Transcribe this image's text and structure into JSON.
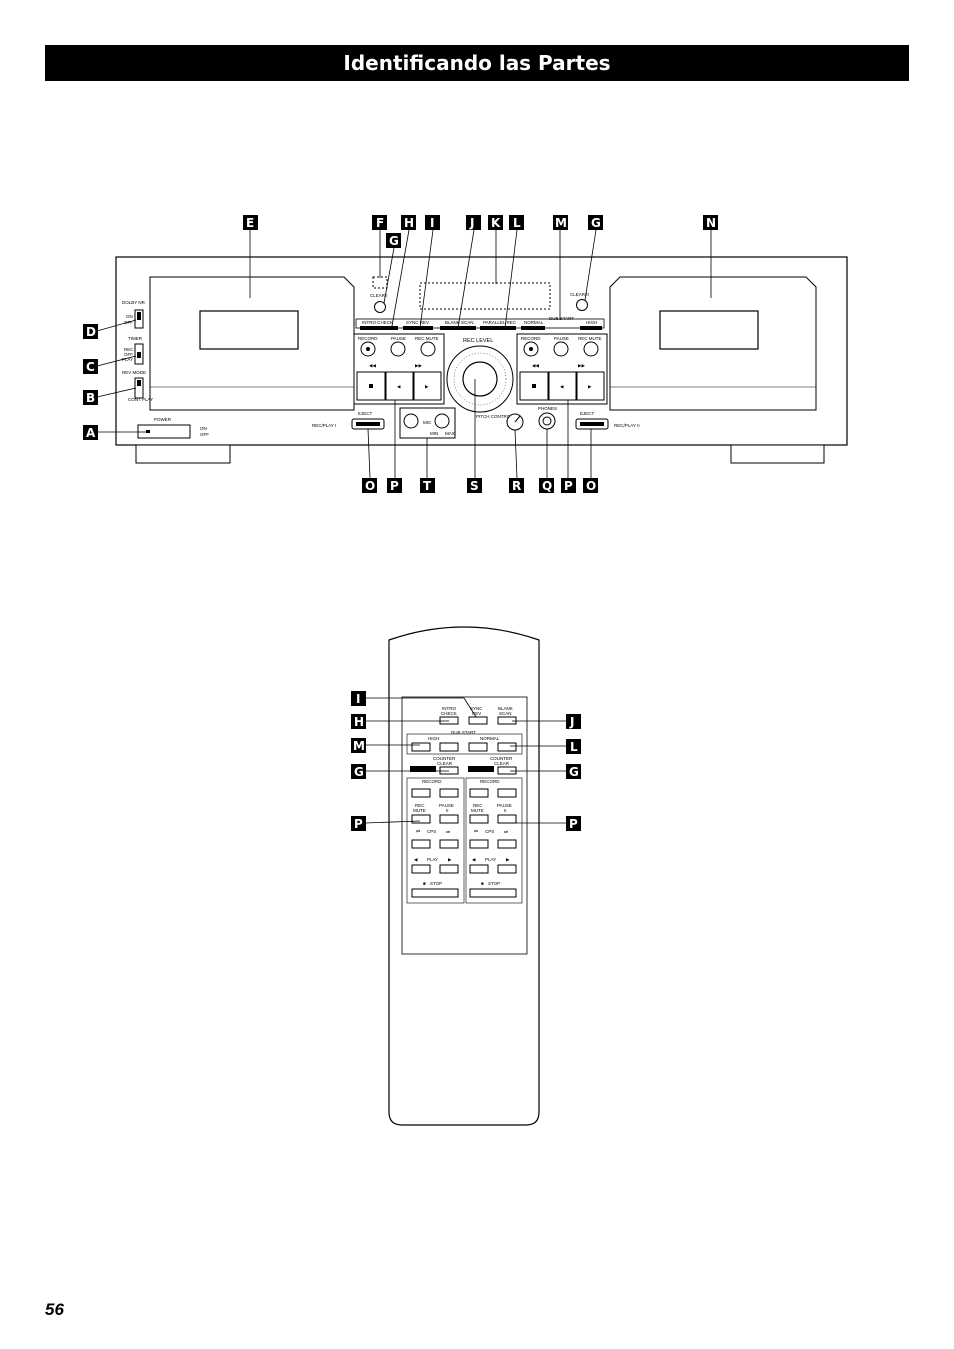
{
  "page": {
    "title": "Identificando las Partes",
    "page_number": "56"
  },
  "deck": {
    "callouts_top": [
      "E",
      "F",
      "G",
      "H",
      "I",
      "J",
      "K",
      "L",
      "M",
      "G",
      "N"
    ],
    "callouts_left": [
      "D",
      "C",
      "B",
      "A"
    ],
    "callouts_bottom": [
      "O",
      "P",
      "T",
      "S",
      "R",
      "Q",
      "P",
      "O"
    ],
    "labels": {
      "dolby_nr": "DOLBY NR",
      "dolby_on": "ON",
      "dolby_off": "OFF",
      "timer": "TIMER",
      "timer_rec": "REC",
      "timer_off": "OFF",
      "timer_play": "PLAY",
      "rev_mode": "REV MODE",
      "cont_play": "CONT PLAY",
      "power": "POWER",
      "power_on": "ON",
      "power_off": "OFF",
      "clear_1": "CLEAR I",
      "clear_2": "CLEAR II",
      "intro_check": "INTRO CHECK",
      "sync_rev": "SYNC REV",
      "blank_scan": "BLANK SCAN",
      "parallel_rec": "PARALLEL REC",
      "normal": "NORMAL",
      "dub_start": "DUB START",
      "high": "HIGH",
      "record": "RECORD",
      "pause": "PAUSE",
      "rec_mute": "REC MUTE",
      "rec_level": "REC LEVEL",
      "eject": "EJECT",
      "rec_play_1": "REC/PLAY I",
      "rec_play_2": "REC/PLAY II",
      "mic": "MIC",
      "min": "MIN",
      "max": "MAX",
      "pitch_control": "PITCH CONTROL",
      "phones": "PHONES"
    }
  },
  "remote": {
    "callouts_left": [
      "I",
      "H",
      "M",
      "G",
      "P"
    ],
    "callouts_right": [
      "J",
      "L",
      "G",
      "P"
    ],
    "labels": {
      "intro": "INTRO",
      "check": "CHECK",
      "sync": "SYNC",
      "rev": "REV",
      "blank": "BLANK",
      "scan": "SCAN",
      "dub_start": "DUB START",
      "high": "HIGH",
      "normal": "NORMAL",
      "counter": "COUNTER",
      "clear": "CLEAR",
      "record": "RECORD",
      "rec": "REC",
      "mute": "MUTE",
      "pause": "PAUSE",
      "pause_sym": "II",
      "cps": "CPS",
      "play": "PLAY",
      "stop": "STOP"
    }
  }
}
